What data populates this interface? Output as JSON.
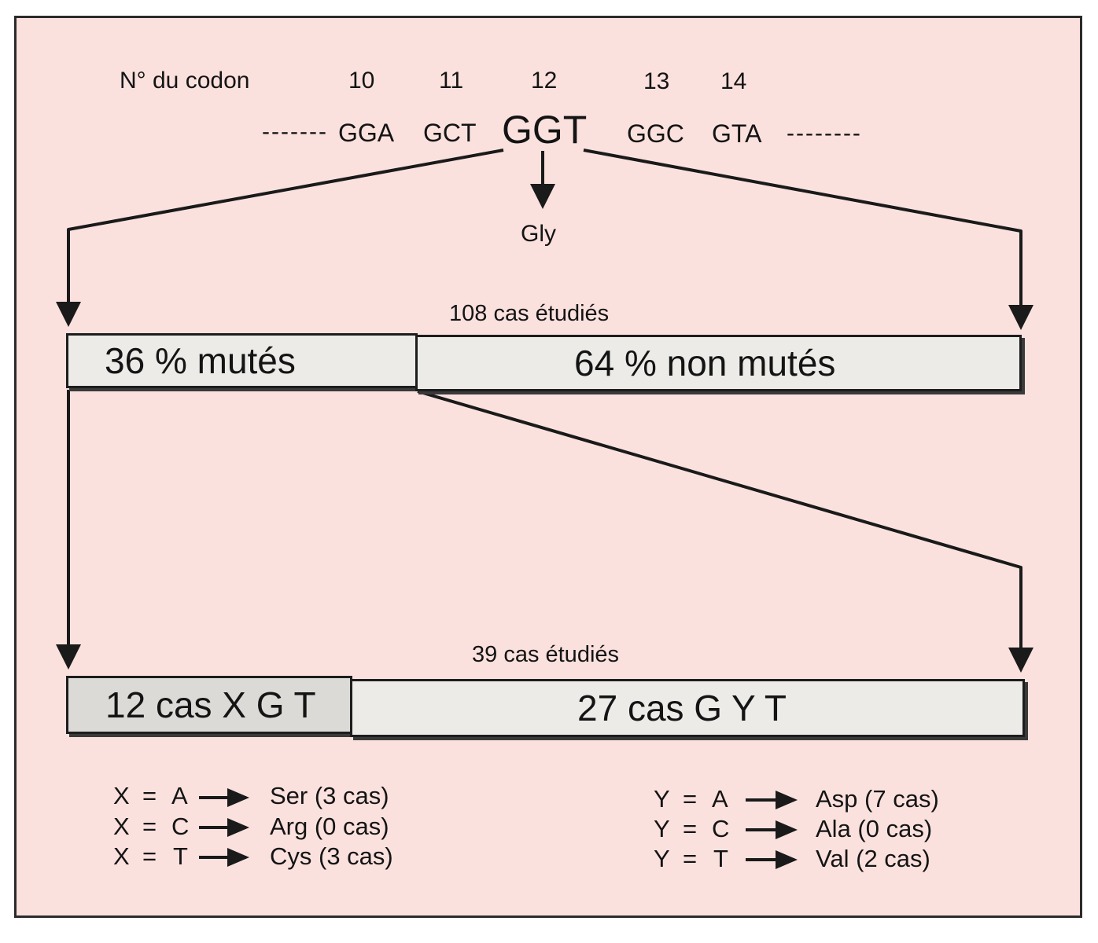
{
  "header": {
    "codon_label": "N° du codon",
    "numbers": [
      "10",
      "11",
      "12",
      "13",
      "14"
    ]
  },
  "sequence": {
    "dash_left": "-------",
    "codons": [
      "GGA",
      "GCT",
      "GGT",
      "GGC",
      "GTA"
    ],
    "dash_right": "--------"
  },
  "amino_acid": "Gly",
  "level1": {
    "studied": "108 cas étudiés",
    "mutated": "36 %  mutés",
    "non_mutated": "64 % non mutés",
    "mutated_fraction": 0.36
  },
  "level2": {
    "studied": "39 cas étudiés",
    "xgt": "12 cas X G T",
    "gyt": "27 cas  G Y T",
    "xgt_count": 12,
    "gyt_count": 27
  },
  "legend_x": [
    {
      "var": "X",
      "eq": "=",
      "base": "A",
      "result": "Ser (3 cas)"
    },
    {
      "var": "X",
      "eq": "=",
      "base": "C",
      "result": "Arg (0 cas)"
    },
    {
      "var": "X",
      "eq": "=",
      "base": "T",
      "result": "Cys (3 cas)"
    }
  ],
  "legend_y": [
    {
      "var": "Y",
      "eq": "=",
      "base": "A",
      "result": "Asp (7 cas)"
    },
    {
      "var": "Y",
      "eq": "=",
      "base": "C",
      "result": "Ala (0 cas)"
    },
    {
      "var": "Y",
      "eq": "=",
      "base": "T",
      "result": "Val (2 cas)"
    }
  ],
  "colors": {
    "background": "#fbe1de",
    "box_fill": "#ecebe8",
    "line": "#1a1a1a"
  }
}
